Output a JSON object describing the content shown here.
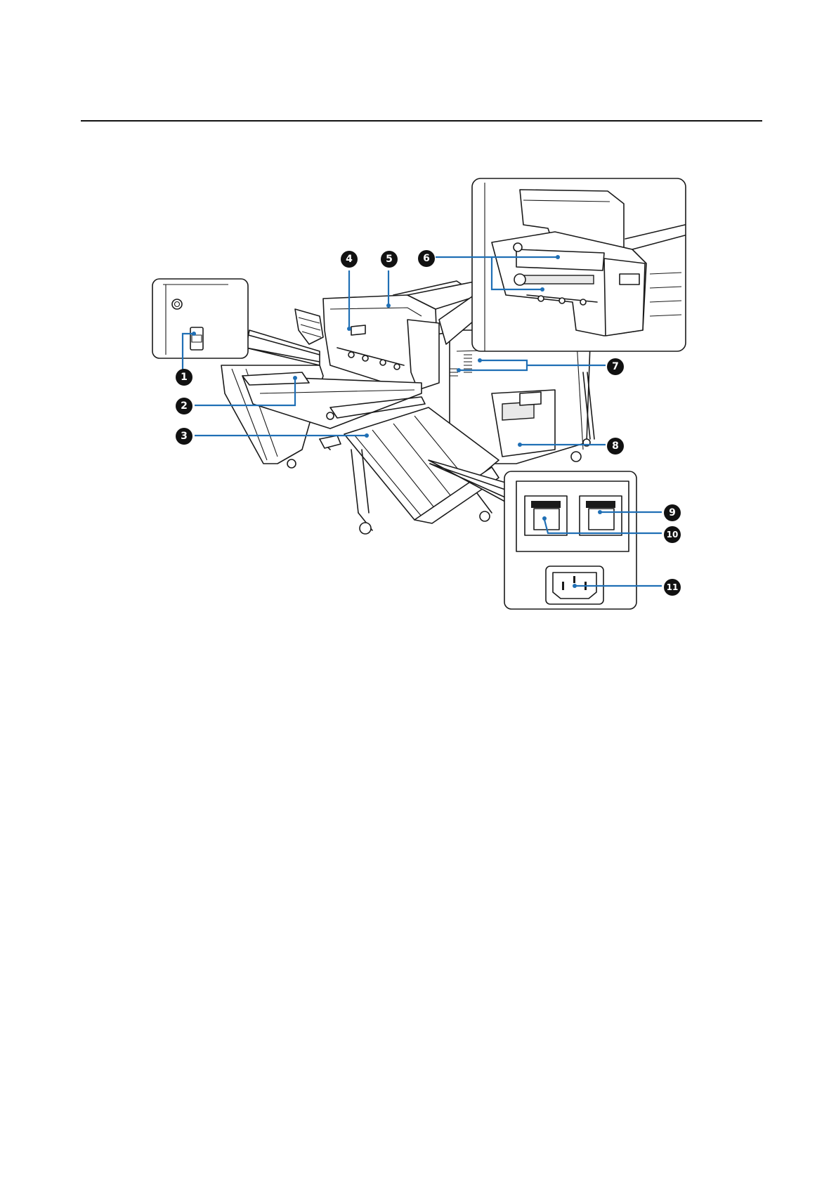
{
  "page": {
    "background": "#ffffff",
    "rule_color": "#111111",
    "callout_color": "#1f6fb5"
  },
  "callouts": [
    {
      "label": "1"
    },
    {
      "label": "2"
    },
    {
      "label": "3"
    },
    {
      "label": "4"
    },
    {
      "label": "5"
    },
    {
      "label": "6"
    },
    {
      "label": "7"
    },
    {
      "label": "8"
    },
    {
      "label": "9"
    },
    {
      "label": "10"
    },
    {
      "label": "11"
    }
  ]
}
